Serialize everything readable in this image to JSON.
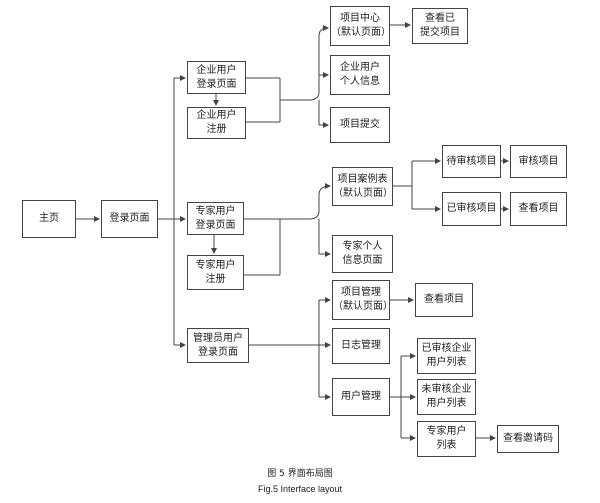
{
  "nodes": {
    "home": "主页",
    "login": "登录页面",
    "ent_login": "企业用户\n登录页面",
    "ent_register": "企业用户\n注册",
    "exp_login": "专家用户\n登录页面",
    "exp_register": "专家用户\n注册",
    "admin_login": "管理员用户\n登录页面",
    "project_center": "项目中心\n（默认页面）",
    "ent_info": "企业用户\n个人信息",
    "project_submit": "项目提交",
    "view_submitted": "查看已\n提交项目",
    "case_list": "项目案例表\n（默认页面）",
    "exp_info": "专家个人\n信息页面",
    "pending_review": "待审核项目",
    "reviewed": "已审核项目",
    "review_project": "审核项目",
    "view_project_exp": "查看项目",
    "project_mgmt": "项目管理\n（默认页面）",
    "log_mgmt": "日志管理",
    "user_mgmt": "用户管理",
    "view_project_admin": "查看项目",
    "reviewed_ent_list": "已审核企业\n用户列表",
    "unreviewed_ent_list": "未审核企业\n用户列表",
    "exp_user_list": "专家用户\n列表",
    "view_invite_code": "查看邀请码"
  },
  "caption": {
    "cn": "图 5 界面布局图",
    "en": "Fig.5 Interface layout"
  },
  "colors": {
    "line": "#444444",
    "box_border": "#444444",
    "background": "#ffffff"
  }
}
